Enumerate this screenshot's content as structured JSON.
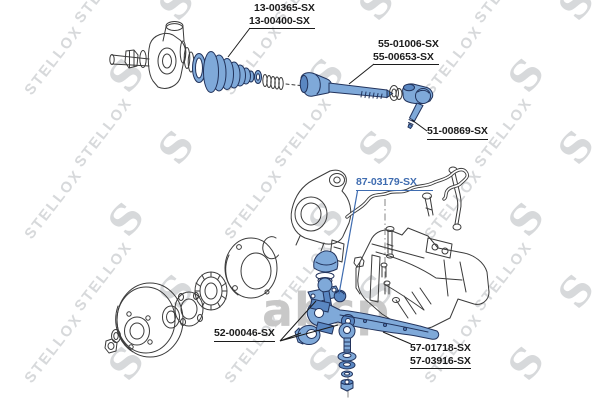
{
  "watermark": {
    "brand": "STELLOX",
    "logo_glyph": "S"
  },
  "watermark_secondary": {
    "text": "abcp"
  },
  "colors": {
    "highlight": "#7fa9d9",
    "highlight_mid": "#5a87c2",
    "highlight_dark": "#22335c",
    "ink": "#3b3b3b",
    "label_text": "#1c1c1c",
    "link_label": "#3f6cb0",
    "watermark_gray": "#d7d9db",
    "secondary_watermark_gray": "#c8c8c8"
  },
  "labels": {
    "cv_boot_kit": {
      "line1": "13-00365-SX",
      "line2": "13-00400-SX"
    },
    "axial_rod": {
      "line1": "55-01006-SX",
      "line2": "55-00653-SX"
    },
    "tie_rod_end": {
      "line1": "51-00869-SX"
    },
    "stabilizer_bush": {
      "line1": "87-03179-SX",
      "is_link": true
    },
    "bearing_kit": {
      "line1": "52-00046-SX"
    },
    "control_arm": {
      "line1": "57-01718-SX",
      "line2": "57-03916-SX"
    }
  },
  "parts": [
    {
      "name": "cv-boot-kit",
      "highlighted": true,
      "label": "13-00365-SX / 13-00400-SX"
    },
    {
      "name": "axial-rod-joint",
      "highlighted": true,
      "label": "55-01006-SX / 55-00653-SX"
    },
    {
      "name": "tie-rod-end",
      "highlighted": true,
      "label": "51-00869-SX"
    },
    {
      "name": "stabilizer-bushing",
      "highlighted": true,
      "label": "87-03179-SX"
    },
    {
      "name": "wheel-bearing-kit",
      "highlighted": true,
      "label": "52-00046-SX"
    },
    {
      "name": "control-arm",
      "highlighted": true,
      "label": "57-01718-SX / 57-03916-SX"
    }
  ]
}
